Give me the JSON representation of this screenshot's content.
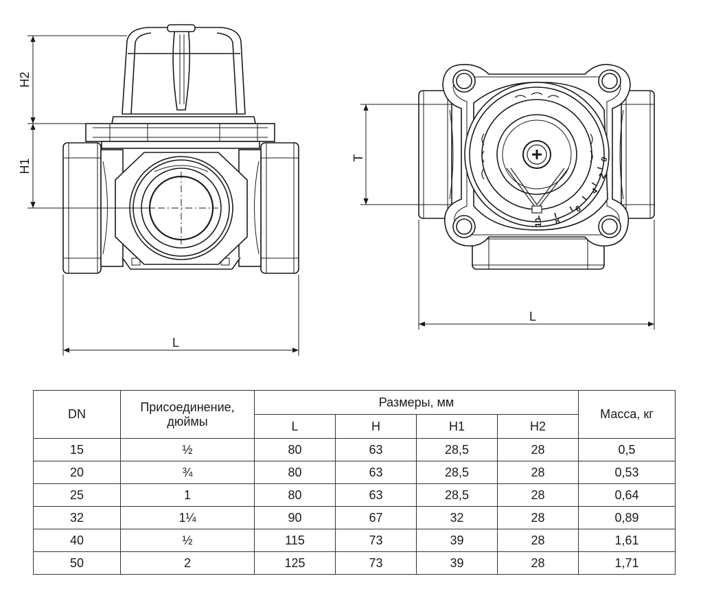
{
  "drawing": {
    "front_view": {
      "dim_h2": "H2",
      "dim_h1": "H1",
      "dim_l": "L"
    },
    "top_view": {
      "dim_t": "T",
      "dim_l": "L",
      "scale_marks": [
        "0",
        "2",
        "4",
        "6",
        "8",
        "10"
      ]
    }
  },
  "table": {
    "headers": {
      "dn": "DN",
      "connection": "Присоединение, дюймы",
      "dimensions": "Размеры, мм",
      "l": "L",
      "h": "H",
      "h1": "H1",
      "h2": "H2",
      "mass": "Масса, кг"
    },
    "rows": [
      {
        "dn": "15",
        "connection": "½",
        "l": "80",
        "h": "63",
        "h1": "28,5",
        "h2": "28",
        "mass": "0,5"
      },
      {
        "dn": "20",
        "connection": "¾",
        "l": "80",
        "h": "63",
        "h1": "28,5",
        "h2": "28",
        "mass": "0,53"
      },
      {
        "dn": "25",
        "connection": "1",
        "l": "80",
        "h": "63",
        "h1": "28,5",
        "h2": "28",
        "mass": "0,64"
      },
      {
        "dn": "32",
        "connection": "1¼",
        "l": "90",
        "h": "67",
        "h1": "32",
        "h2": "28",
        "mass": "0,89"
      },
      {
        "dn": "40",
        "connection": "½",
        "l": "115",
        "h": "73",
        "h1": "39",
        "h2": "28",
        "mass": "1,61"
      },
      {
        "dn": "50",
        "connection": "2",
        "l": "125",
        "h": "73",
        "h1": "39",
        "h2": "28",
        "mass": "1,71"
      }
    ]
  }
}
